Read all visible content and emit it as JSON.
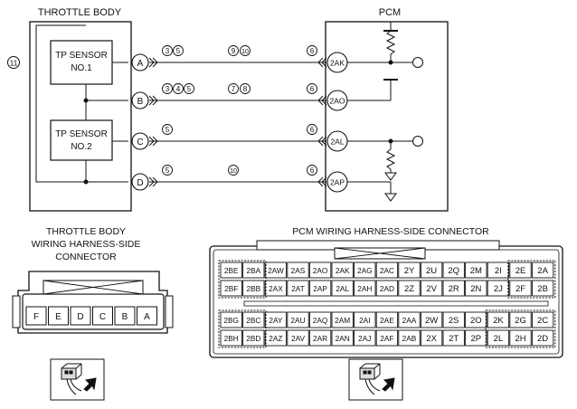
{
  "titles": {
    "throttle_body": "THROTTLE BODY",
    "pcm": "PCM",
    "tb_connector_line1": "THROTTLE BODY",
    "tb_connector_line2": "WIRING HARNESS-SIDE",
    "tb_connector_line3": "CONNECTOR",
    "pcm_connector": "PCM WIRING HARNESS-SIDE CONNECTOR"
  },
  "ref_circle": "11",
  "sensors": {
    "tp1_line1": "TP SENSOR",
    "tp1_line2": "NO.1",
    "tp2_line1": "TP SENSOR",
    "tp2_line2": "NO.2"
  },
  "tb_pins": [
    "A",
    "B",
    "C",
    "D"
  ],
  "pcm_pins": [
    "2AK",
    "2AO",
    "2AL",
    "2AP"
  ],
  "wires": [
    {
      "left_refs": [
        "3",
        "5"
      ],
      "mid_refs": [
        "9",
        "10"
      ],
      "right_ref": "6"
    },
    {
      "left_refs": [
        "3",
        "4",
        "5"
      ],
      "mid_refs": [
        "7",
        "8"
      ],
      "right_ref": "6"
    },
    {
      "left_refs": [
        "5"
      ],
      "mid_refs": [],
      "right_ref": "6"
    },
    {
      "left_refs": [
        "5"
      ],
      "mid_refs": [
        "10"
      ],
      "right_ref": "6"
    }
  ],
  "tb_connector_pins": [
    "F",
    "E",
    "D",
    "C",
    "B",
    "A"
  ],
  "pcm_connector_rows": [
    [
      "2BE",
      "2BA",
      "2AW",
      "2AS",
      "2AO",
      "2AK",
      "2AG",
      "2AC",
      "2Y",
      "2U",
      "2Q",
      "2M",
      "2I",
      "2E",
      "2A"
    ],
    [
      "2BF",
      "2BB",
      "2AX",
      "2AT",
      "2AP",
      "2AL",
      "2AH",
      "2AD",
      "2Z",
      "2V",
      "2R",
      "2N",
      "2J",
      "2F",
      "2B"
    ],
    [
      "2BG",
      "2BC",
      "2AY",
      "2AU",
      "2AQ",
      "2AM",
      "2AI",
      "2AE",
      "2AA",
      "2W",
      "2S",
      "2O",
      "2K",
      "2G",
      "2C"
    ],
    [
      "2BH",
      "2BD",
      "2AZ",
      "2AV",
      "2AR",
      "2AN",
      "2AJ",
      "2AF",
      "2AB",
      "2X",
      "2T",
      "2P",
      "2L",
      "2H",
      "2D"
    ]
  ]
}
